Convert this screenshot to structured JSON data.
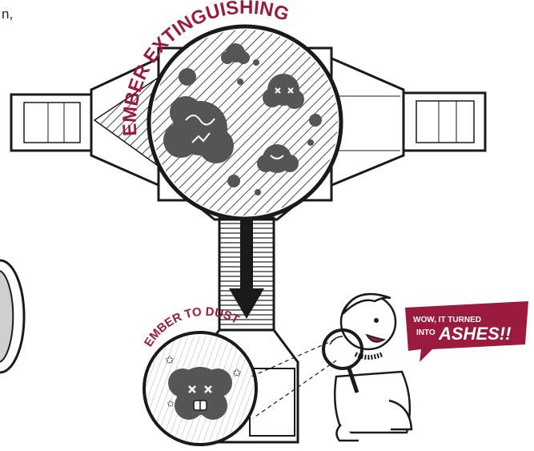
{
  "fragment_text": "n,",
  "arc_top": "EMBER EXTINGUISHING",
  "arc_bottom": "EMBER TO DUST",
  "bubble": {
    "line1": "WOW, IT TURNED",
    "line2": "INTO",
    "emphasis": "ASHES!!"
  },
  "colors": {
    "accent": "#9b1b3f",
    "ink": "#1a1a1a",
    "ember": "#555555",
    "paper": "#ffffff"
  }
}
